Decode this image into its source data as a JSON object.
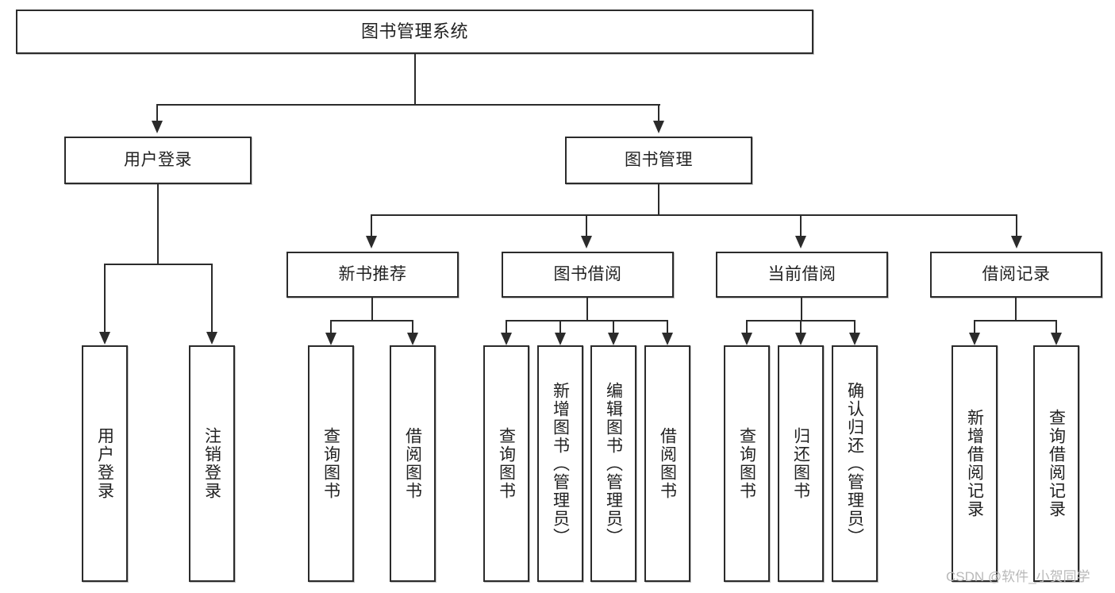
{
  "diagram": {
    "title": "图书管理系统",
    "type": "tree-hierarchy",
    "root": {
      "label": "图书管理系统"
    },
    "level2": [
      {
        "label": "用户登录"
      },
      {
        "label": "图书管理"
      }
    ],
    "level3": [
      {
        "label": "新书推荐"
      },
      {
        "label": "图书借阅"
      },
      {
        "label": "当前借阅"
      },
      {
        "label": "借阅记录"
      }
    ],
    "leaves_user_login": [
      {
        "label": "用户登录"
      },
      {
        "label": "注销登录"
      }
    ],
    "leaves_new_book": [
      {
        "label": "查询图书"
      },
      {
        "label": "借阅图书"
      }
    ],
    "leaves_borrow": [
      {
        "label": "查询图书"
      },
      {
        "label": "新增图书（管理员）"
      },
      {
        "label": "编辑图书（管理员）"
      },
      {
        "label": "借阅图书"
      }
    ],
    "leaves_current": [
      {
        "label": "查询图书"
      },
      {
        "label": "归还图书"
      },
      {
        "label": "确认归还（管理员）"
      }
    ],
    "leaves_records": [
      {
        "label": "新增借阅记录"
      },
      {
        "label": "查询借阅记录"
      }
    ]
  },
  "watermark": {
    "text": "CSDN @软件_小贺同学"
  },
  "colors": {
    "stroke": "#2b2b2b",
    "text": "#222222",
    "background": "#ffffff",
    "watermark": "#b9b9b9"
  }
}
